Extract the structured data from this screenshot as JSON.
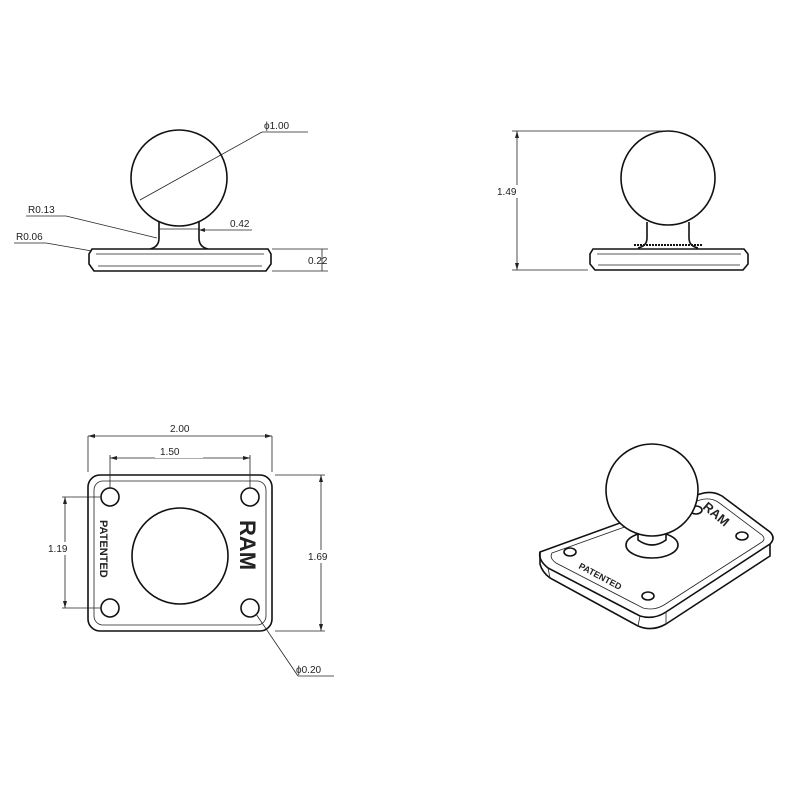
{
  "front_view": {
    "ball_diameter": "ϕ1.00",
    "ball_radius": "R0.13",
    "base_radius": "R0.06",
    "neck_width": "0.42",
    "base_thickness": "0.22"
  },
  "side_view": {
    "overall_height": "1.49"
  },
  "top_view": {
    "overall_width": "2.00",
    "hole_spacing_x": "1.50",
    "hole_spacing_y": "1.19",
    "overall_depth": "1.69",
    "hole_diameter": "ϕ0.20",
    "embossed_left": "PATENTED",
    "embossed_right": "RAM"
  },
  "iso_view": {
    "embossed_front": "PATENTED",
    "embossed_side": "RAM"
  },
  "colors": {
    "line": "#111111",
    "background": "#ffffff"
  }
}
